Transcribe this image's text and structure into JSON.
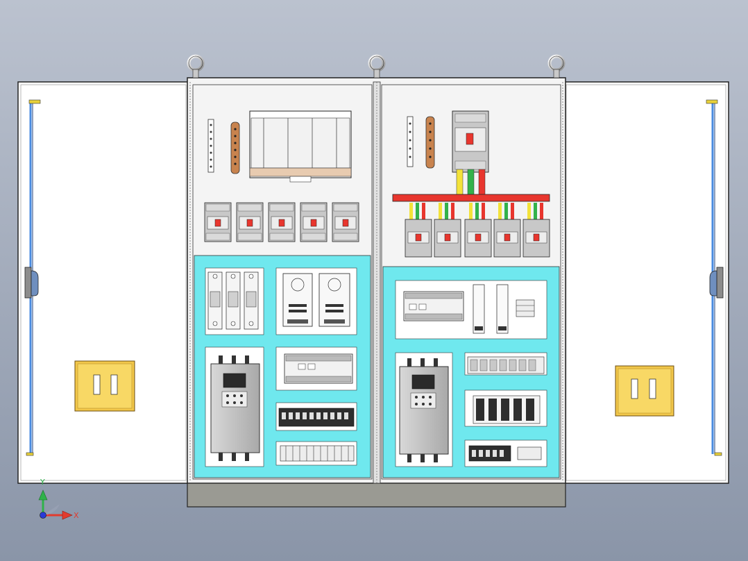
{
  "scene": {
    "background_top": "#BBC2CF",
    "background_bottom": "#8A95A8",
    "accent_cyan": "#6FE8EE",
    "busbar_red": "#E8362E",
    "breaker_grey": "#C8C8C8",
    "door_handle_blue": "#4A8BE0",
    "nameplate_yellow": "#F2C74A",
    "copper": "#C8834E"
  },
  "triad": {
    "x_label": "X",
    "y_label": "Y",
    "x_color": "#E23B2E",
    "y_color": "#2FB24A",
    "z_color": "#2A3BD6"
  },
  "cabinet": {
    "left_bay": {
      "top_breakers": 5,
      "fuse_holders": 3,
      "power_supplies": 2,
      "terminal_blocks_row1": 10
    },
    "right_bay": {
      "branch_breakers": 5,
      "phase_colors": [
        "#F3E23A",
        "#33B24A",
        "#E8362E"
      ]
    }
  }
}
